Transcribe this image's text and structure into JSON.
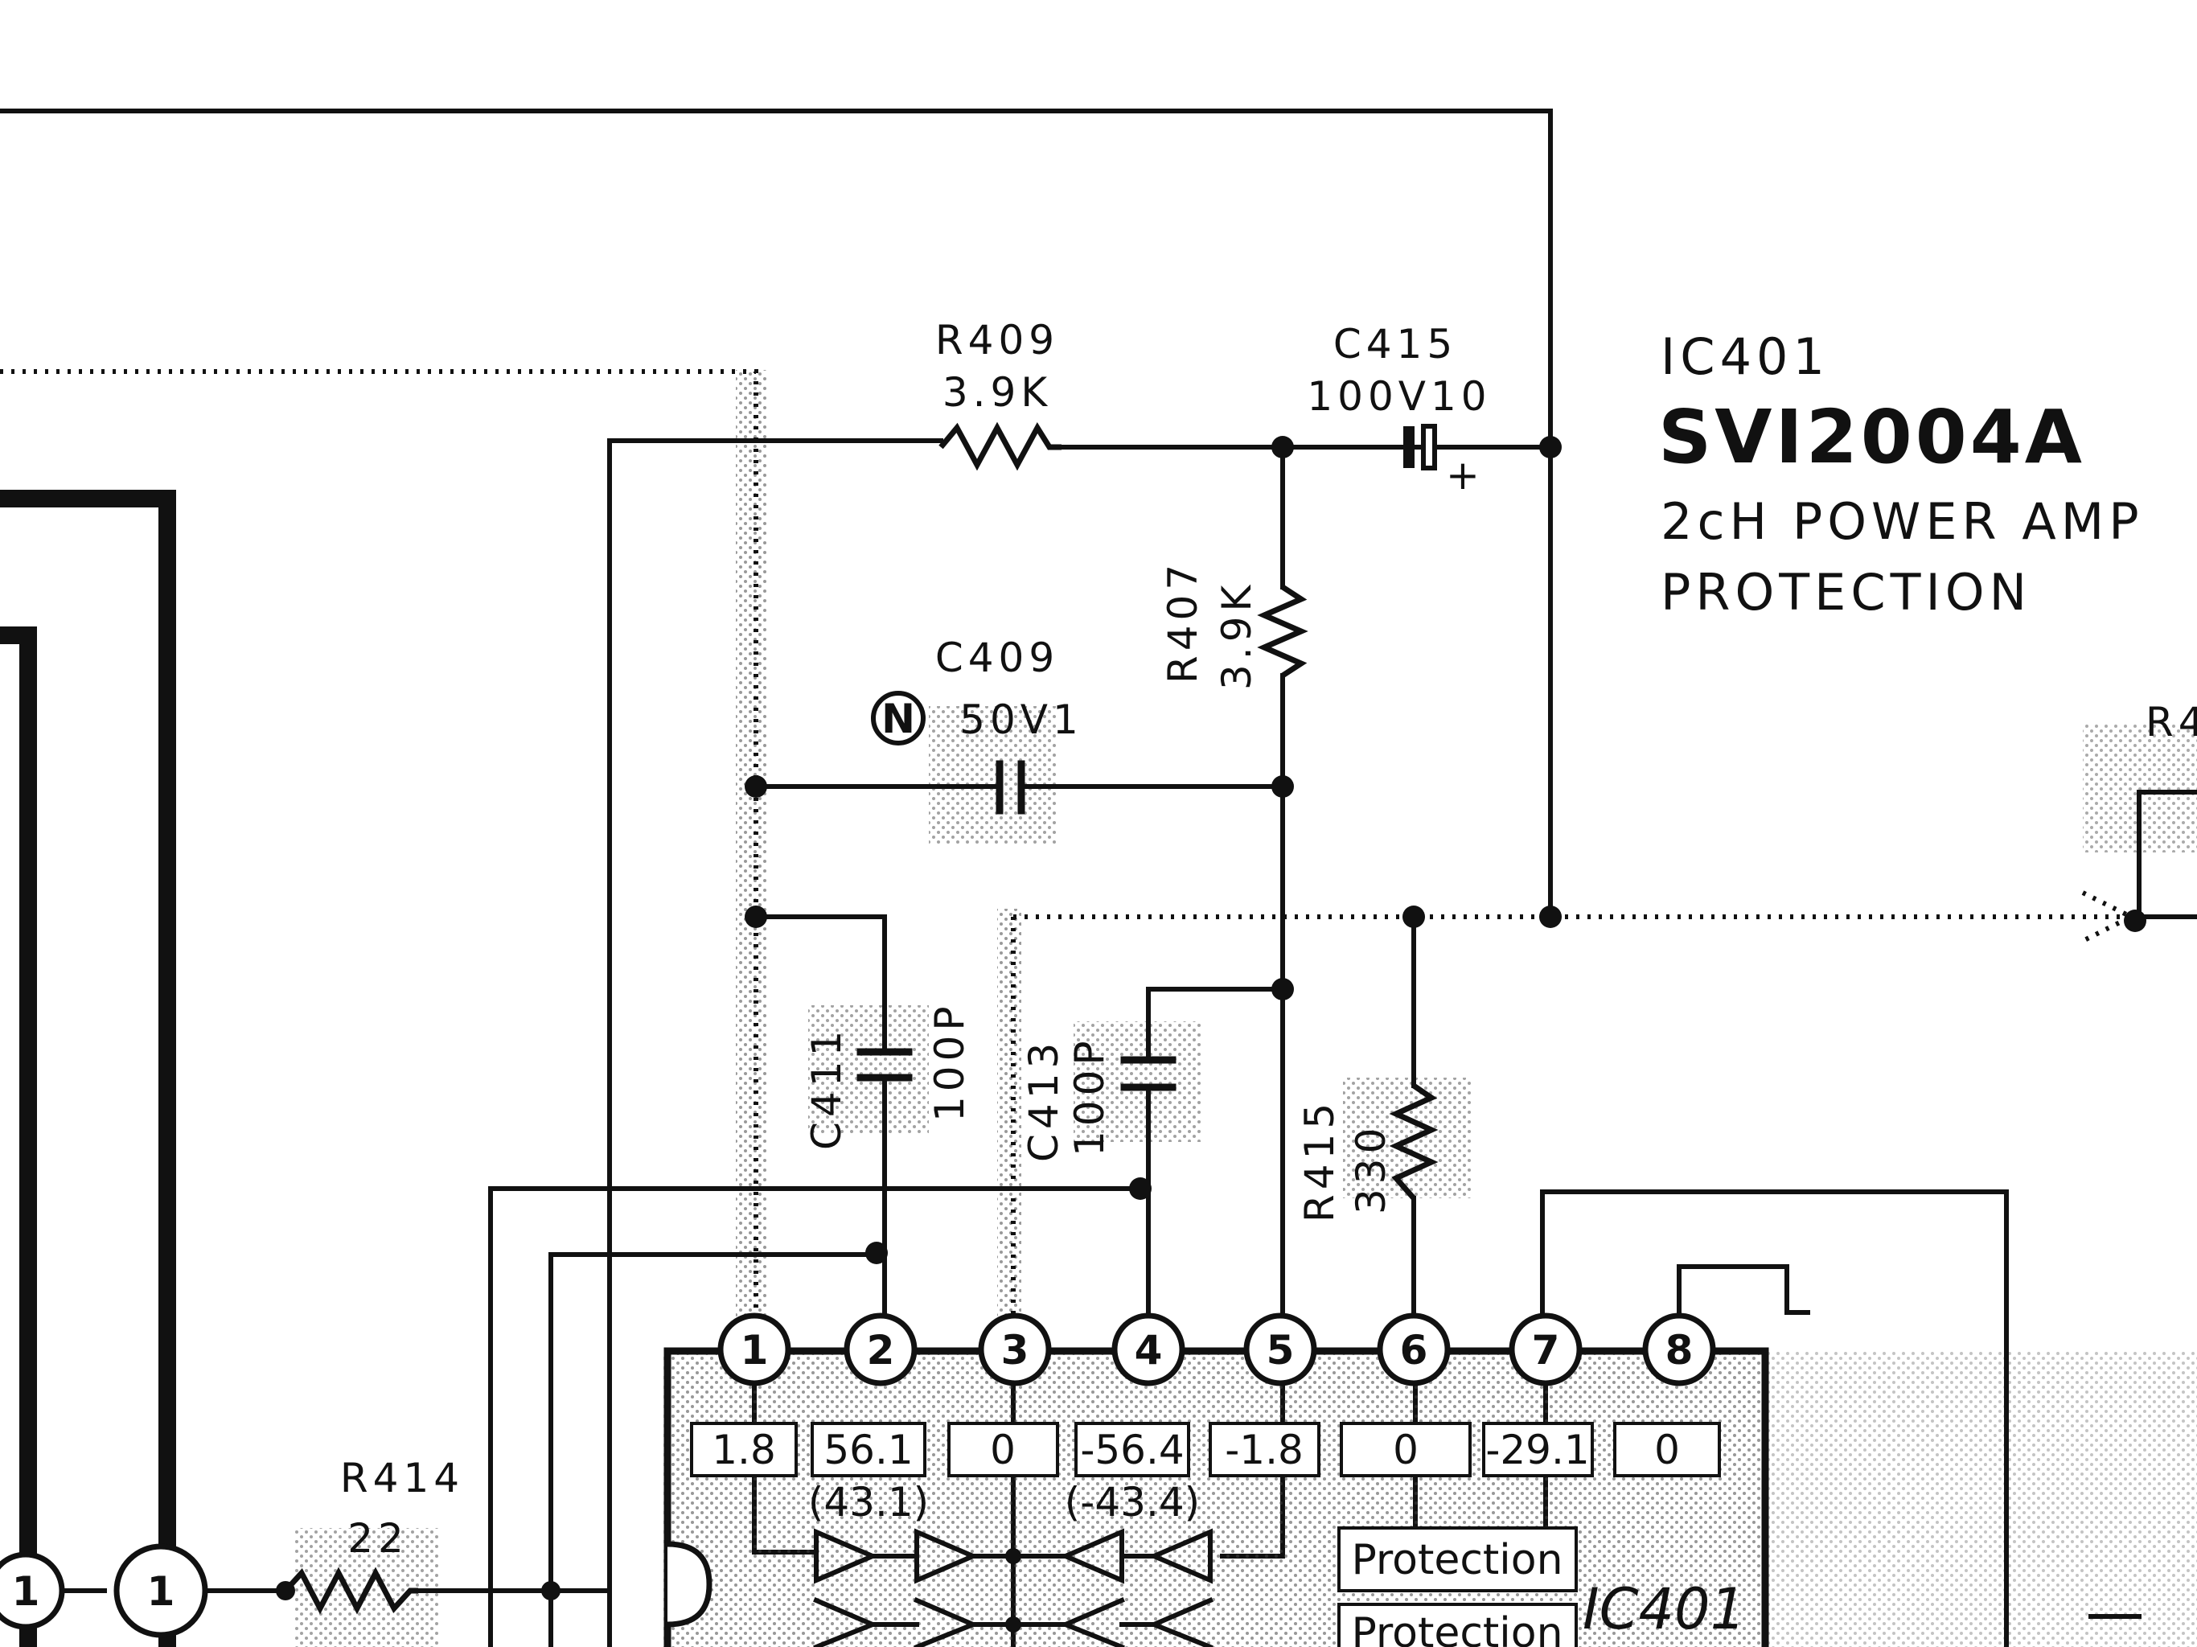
{
  "ic": {
    "ref": "IC401",
    "part_number": "SVI2004A",
    "description_line1": "2cH POWER AMP",
    "description_line2": "PROTECTION",
    "body_label": "IC401",
    "pins": [
      "1",
      "2",
      "3",
      "4",
      "5",
      "6",
      "7",
      "8"
    ],
    "voltages": [
      "1.8",
      "56.1",
      "0",
      "-56.4",
      "-1.8",
      "0",
      "-29.1",
      "0"
    ],
    "voltages_alt": [
      "(43.1)",
      "(-43.4)"
    ],
    "block_labels": [
      "Protection",
      "Protection"
    ]
  },
  "components": {
    "r409": {
      "ref": "R409",
      "value": "3.9K"
    },
    "c415": {
      "ref": "C415",
      "value": "100V10"
    },
    "r407": {
      "ref": "R407",
      "value": "3.9K"
    },
    "c409": {
      "ref": "C409",
      "value": "50V1",
      "marker": "N"
    },
    "c411": {
      "ref": "C411",
      "value": "100P"
    },
    "c413": {
      "ref": "C413",
      "value": "100P"
    },
    "r415": {
      "ref": "R415",
      "value": "330"
    },
    "r414": {
      "ref": "R414",
      "value": "22"
    }
  },
  "connectors": [
    "1",
    "1"
  ],
  "polarity_mark": "+",
  "edge_label": "R4"
}
